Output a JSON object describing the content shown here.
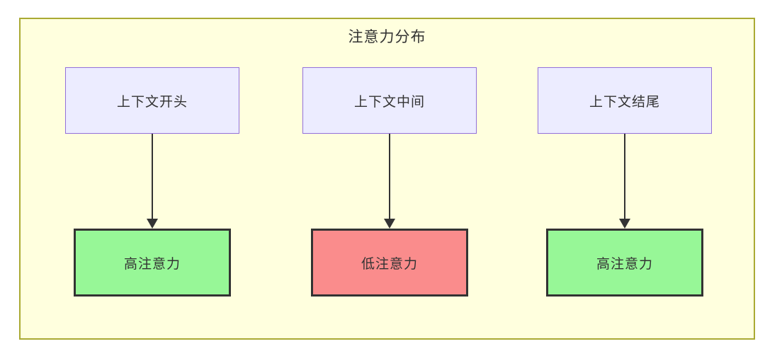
{
  "diagram": {
    "type": "flowchart",
    "title": "注意力分布",
    "nodes": {
      "sources": [
        "上下文开头",
        "上下文中间",
        "上下文结尾"
      ],
      "targets": [
        {
          "label": "高注意力",
          "level": "high"
        },
        {
          "label": "低注意力",
          "level": "low"
        },
        {
          "label": "高注意力",
          "level": "high"
        }
      ]
    },
    "edges": [
      {
        "from": "上下文开头",
        "to": "高注意力"
      },
      {
        "from": "上下文中间",
        "to": "低注意力"
      },
      {
        "from": "上下文结尾",
        "to": "高注意力"
      }
    ],
    "colors": {
      "container-bg": "#ffffde",
      "container-border": "#aaaa33",
      "source-fill": "#ececff",
      "source-border": "#9370db",
      "high-fill": "#97f797",
      "low-fill": "#fa8c8c",
      "target-border": "#333333",
      "text": "#333333",
      "arrow": "#333333"
    }
  }
}
